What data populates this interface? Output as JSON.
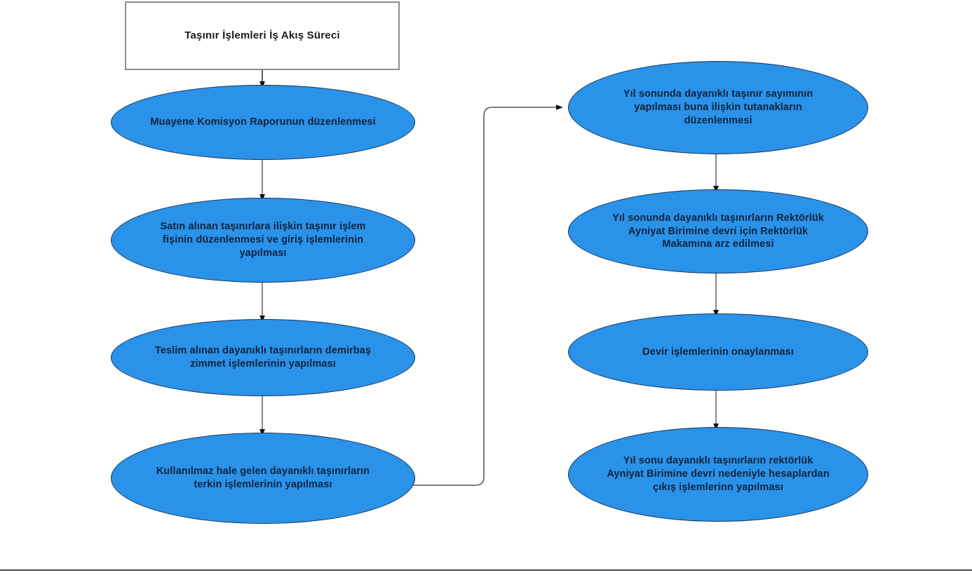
{
  "diagram": {
    "title_box": {
      "label": "Taşınır İşlemleri İş Akış Süreci"
    },
    "colors": {
      "node_fill": "#2a92e8",
      "node_stroke": "#16355c",
      "node_text": "#10243f",
      "connector": "#555555",
      "title_border": "#8c8c8c",
      "footer_rule": "#4a4a4a",
      "background": "#ffffff"
    },
    "left_column": [
      {
        "id": "muayene-komisyon-raporu",
        "label": "Muayene Komisyon Raporunun düzenlenmesi"
      },
      {
        "id": "satin-alinan-tasinir-islem-fisi",
        "label": "Satın alınan taşınırlara ilişkin taşınır işlem\nfişinin düzenlenmesi ve giriş işlemlerinin\nyapılması"
      },
      {
        "id": "demirbas-zimmet",
        "label": "Teslim alınan dayanıklı taşınırların demirbaş\nzimmet işlemlerinin yapılması"
      },
      {
        "id": "terkin-islemleri",
        "label": "Kullanılmaz hale gelen dayanıklı taşınırların\nterkin işlemlerinin yapılması"
      }
    ],
    "right_column": [
      {
        "id": "yil-sonu-sayim",
        "label": "Yıl sonunda dayanıklı taşınır sayımının\nyapılması buna ilişkin tutanakların\ndüzenlenmesi"
      },
      {
        "id": "rektorluk-arz",
        "label": "Yıl sonunda dayanıklı taşınırların Rektörlük\nAyniyat Birimine devri için Rektörlük\nMakamına arz edilmesi"
      },
      {
        "id": "devir-onay",
        "label": "Devir işlemlerinin onaylanması"
      },
      {
        "id": "hesaplardan-cikis",
        "label": "Yıl sonu dayanıklı taşınırların rektörlük\nAyniyat Birimine devri nedeniyle hesaplardan\nçıkış işlemlerinn yapılması"
      }
    ],
    "connectors": [
      {
        "id": "title-to-step1",
        "kind": "arrow-down"
      },
      {
        "id": "step1-to-step2",
        "kind": "arrow-down"
      },
      {
        "id": "step2-to-step3",
        "kind": "arrow-down"
      },
      {
        "id": "step3-to-step4",
        "kind": "arrow-down"
      },
      {
        "id": "step4-to-step5-bridge",
        "kind": "elbow-right-up-arrow"
      },
      {
        "id": "step5-to-step6",
        "kind": "arrow-down"
      },
      {
        "id": "step6-to-step7",
        "kind": "arrow-down"
      },
      {
        "id": "step7-to-step8",
        "kind": "arrow-down"
      }
    ]
  }
}
